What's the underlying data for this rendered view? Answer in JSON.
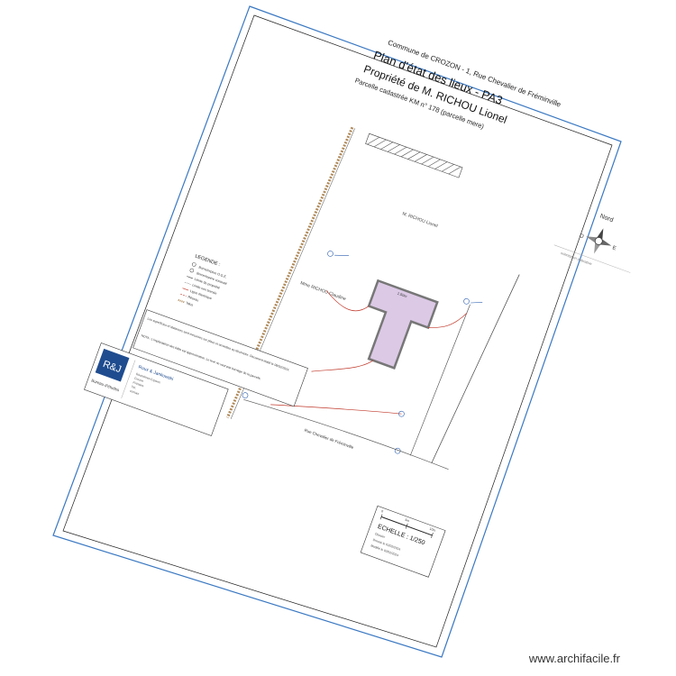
{
  "header": {
    "commune": "Commune de CROZON - 1, Rue Chevalier de Fréminville",
    "title": "Plan d'état des lieux - PA3",
    "owner": "Propriété de M. RICHOU Lionel",
    "parcel": "Parcelle cadastrée KM n° 178 (parcelle mere)"
  },
  "north": {
    "label": "Nord",
    "east": "E",
    "west": "O",
    "note": "orientation indicative"
  },
  "legend": {
    "title": "LEGENDE :",
    "items": [
      "Borne/repère O.G.E.",
      "Borne/repère contesté",
      "Limite de propriété",
      "Limite non bornée",
      "Ligne électrique",
      "Réseau",
      "Talus"
    ]
  },
  "notes": {
    "note1": "Les superficies et distances sont mesurées sur place et arrondies au décimètre. Document établi le 08/02/2024.",
    "note2": "NOTA : L'implantation des bâtis est approximative. Le levé ne vaut pas bornage de la parcelle."
  },
  "company": {
    "logo": "R&J",
    "subtitle": "Bureau d'études",
    "name": "Roux & Jankowski",
    "lines": [
      "Géomètres-Experts",
      "Crozon",
      "Finistère",
      "Tél.",
      "contact"
    ]
  },
  "scale": {
    "label": "ECHELLE : 1/250",
    "ticks": [
      "0",
      "5m",
      "10m"
    ],
    "rows": [
      "Dossier",
      "Dressé le 02/02/2024",
      "Modifié le 02/02/2024"
    ]
  },
  "plan": {
    "building_label": "1.50m",
    "neighbor_left": "Mme RICHOU Claudine",
    "neighbor_top": "M. RICHOU Lionel",
    "road_label": "Rue Chevalier de Fréminville"
  },
  "watermark": "www.archifacile.fr"
}
